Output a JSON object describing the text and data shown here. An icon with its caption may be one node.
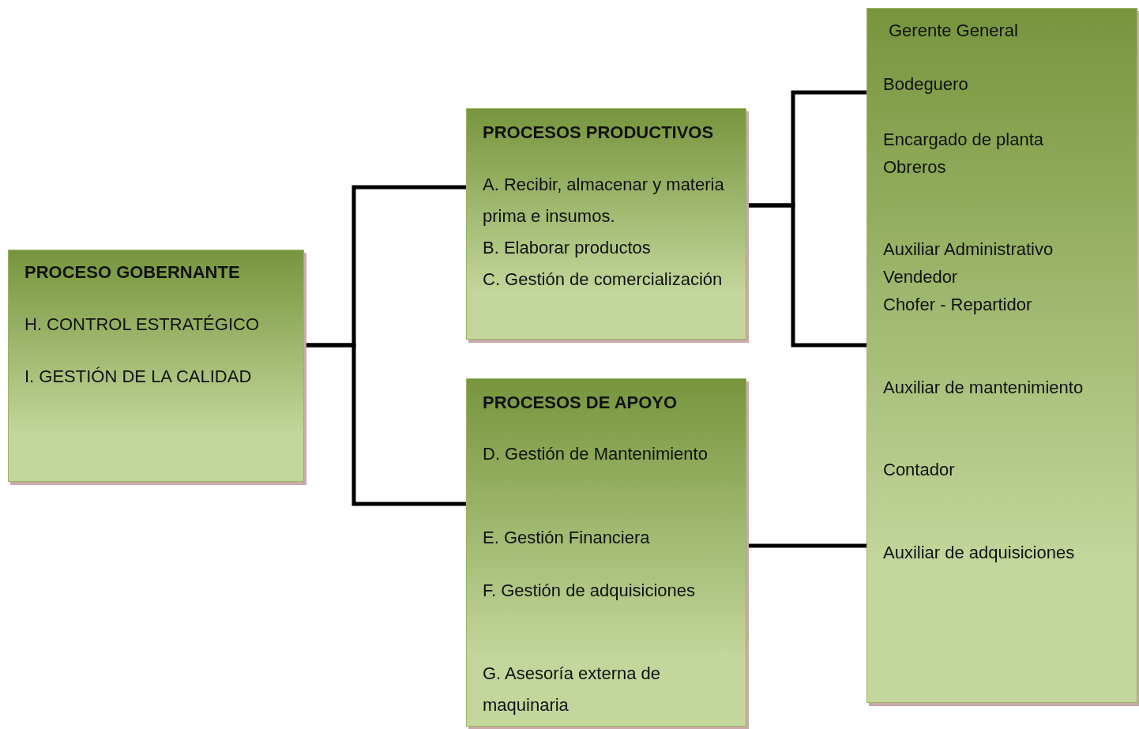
{
  "diagram": {
    "nodes": [
      {
        "text": [
          "PROCESO GOBERNANTE",
          "H. CONTROL ESTRATÉGICO",
          "I. GESTIÓN DE LA CALIDAD"
        ]
      },
      {
        "text": [
          "PROCESOS PRODUCTIVOS",
          "A. Recibir, almacenar y materia prima e insumos.",
          "B. Elaborar productos",
          "C. Gestión de comercialización"
        ]
      },
      {
        "text": [
          "PROCESOS DE APOYO",
          "D. Gestión de Mantenimiento",
          "E. Gestión Financiera",
          "F. Gestión de adquisiciones",
          "G. Asesoría externa de maquinaria"
        ]
      },
      {
        "text": [
          "Gerente General",
          "Bodeguero",
          "Encargado de planta",
          "Obreros",
          "Auxiliar Administrativo",
          "Vendedor",
          "Chofer - Repartidor",
          "Auxiliar de mantenimiento",
          "Contador",
          "Auxiliar de adquisiciones"
        ]
      }
    ],
    "edges": [
      {
        "from": 0,
        "to": 1,
        "arrow": "none"
      },
      {
        "from": 0,
        "to": 2,
        "arrow": "none"
      },
      {
        "from": 1,
        "to": 3,
        "arrow": "none"
      },
      {
        "from": 1,
        "to": 3,
        "arrow": "none"
      },
      {
        "from": 2,
        "to": 3,
        "arrow": "none"
      }
    ]
  }
}
